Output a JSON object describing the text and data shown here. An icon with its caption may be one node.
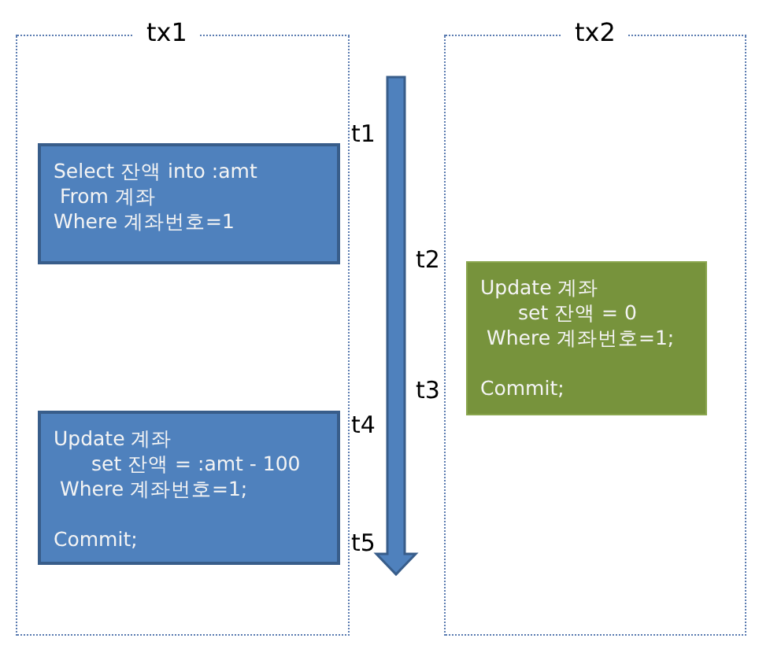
{
  "diagram": {
    "nodes": [
      {
        "text": [
          "tx1"
        ]
      },
      {
        "text": [
          "Select 잔액 into :amt",
          "From 계좌",
          "Where 계좌번호=1"
        ],
        "in": 0
      },
      {
        "text": [
          "Update 계좌",
          "set 잔액 = :amt - 100",
          "Where 계좌번호=1;",
          "Commit;"
        ],
        "in": 0
      },
      {
        "text": [
          "tx2"
        ]
      },
      {
        "text": [
          "Update 계좌",
          "set 잔액 = 0",
          "Where 계좌번호=1;",
          "Commit;"
        ],
        "in": 3
      }
    ],
    "edges": [],
    "labels": [
      "t1",
      "t2",
      "t3",
      "t4",
      "t5"
    ]
  }
}
